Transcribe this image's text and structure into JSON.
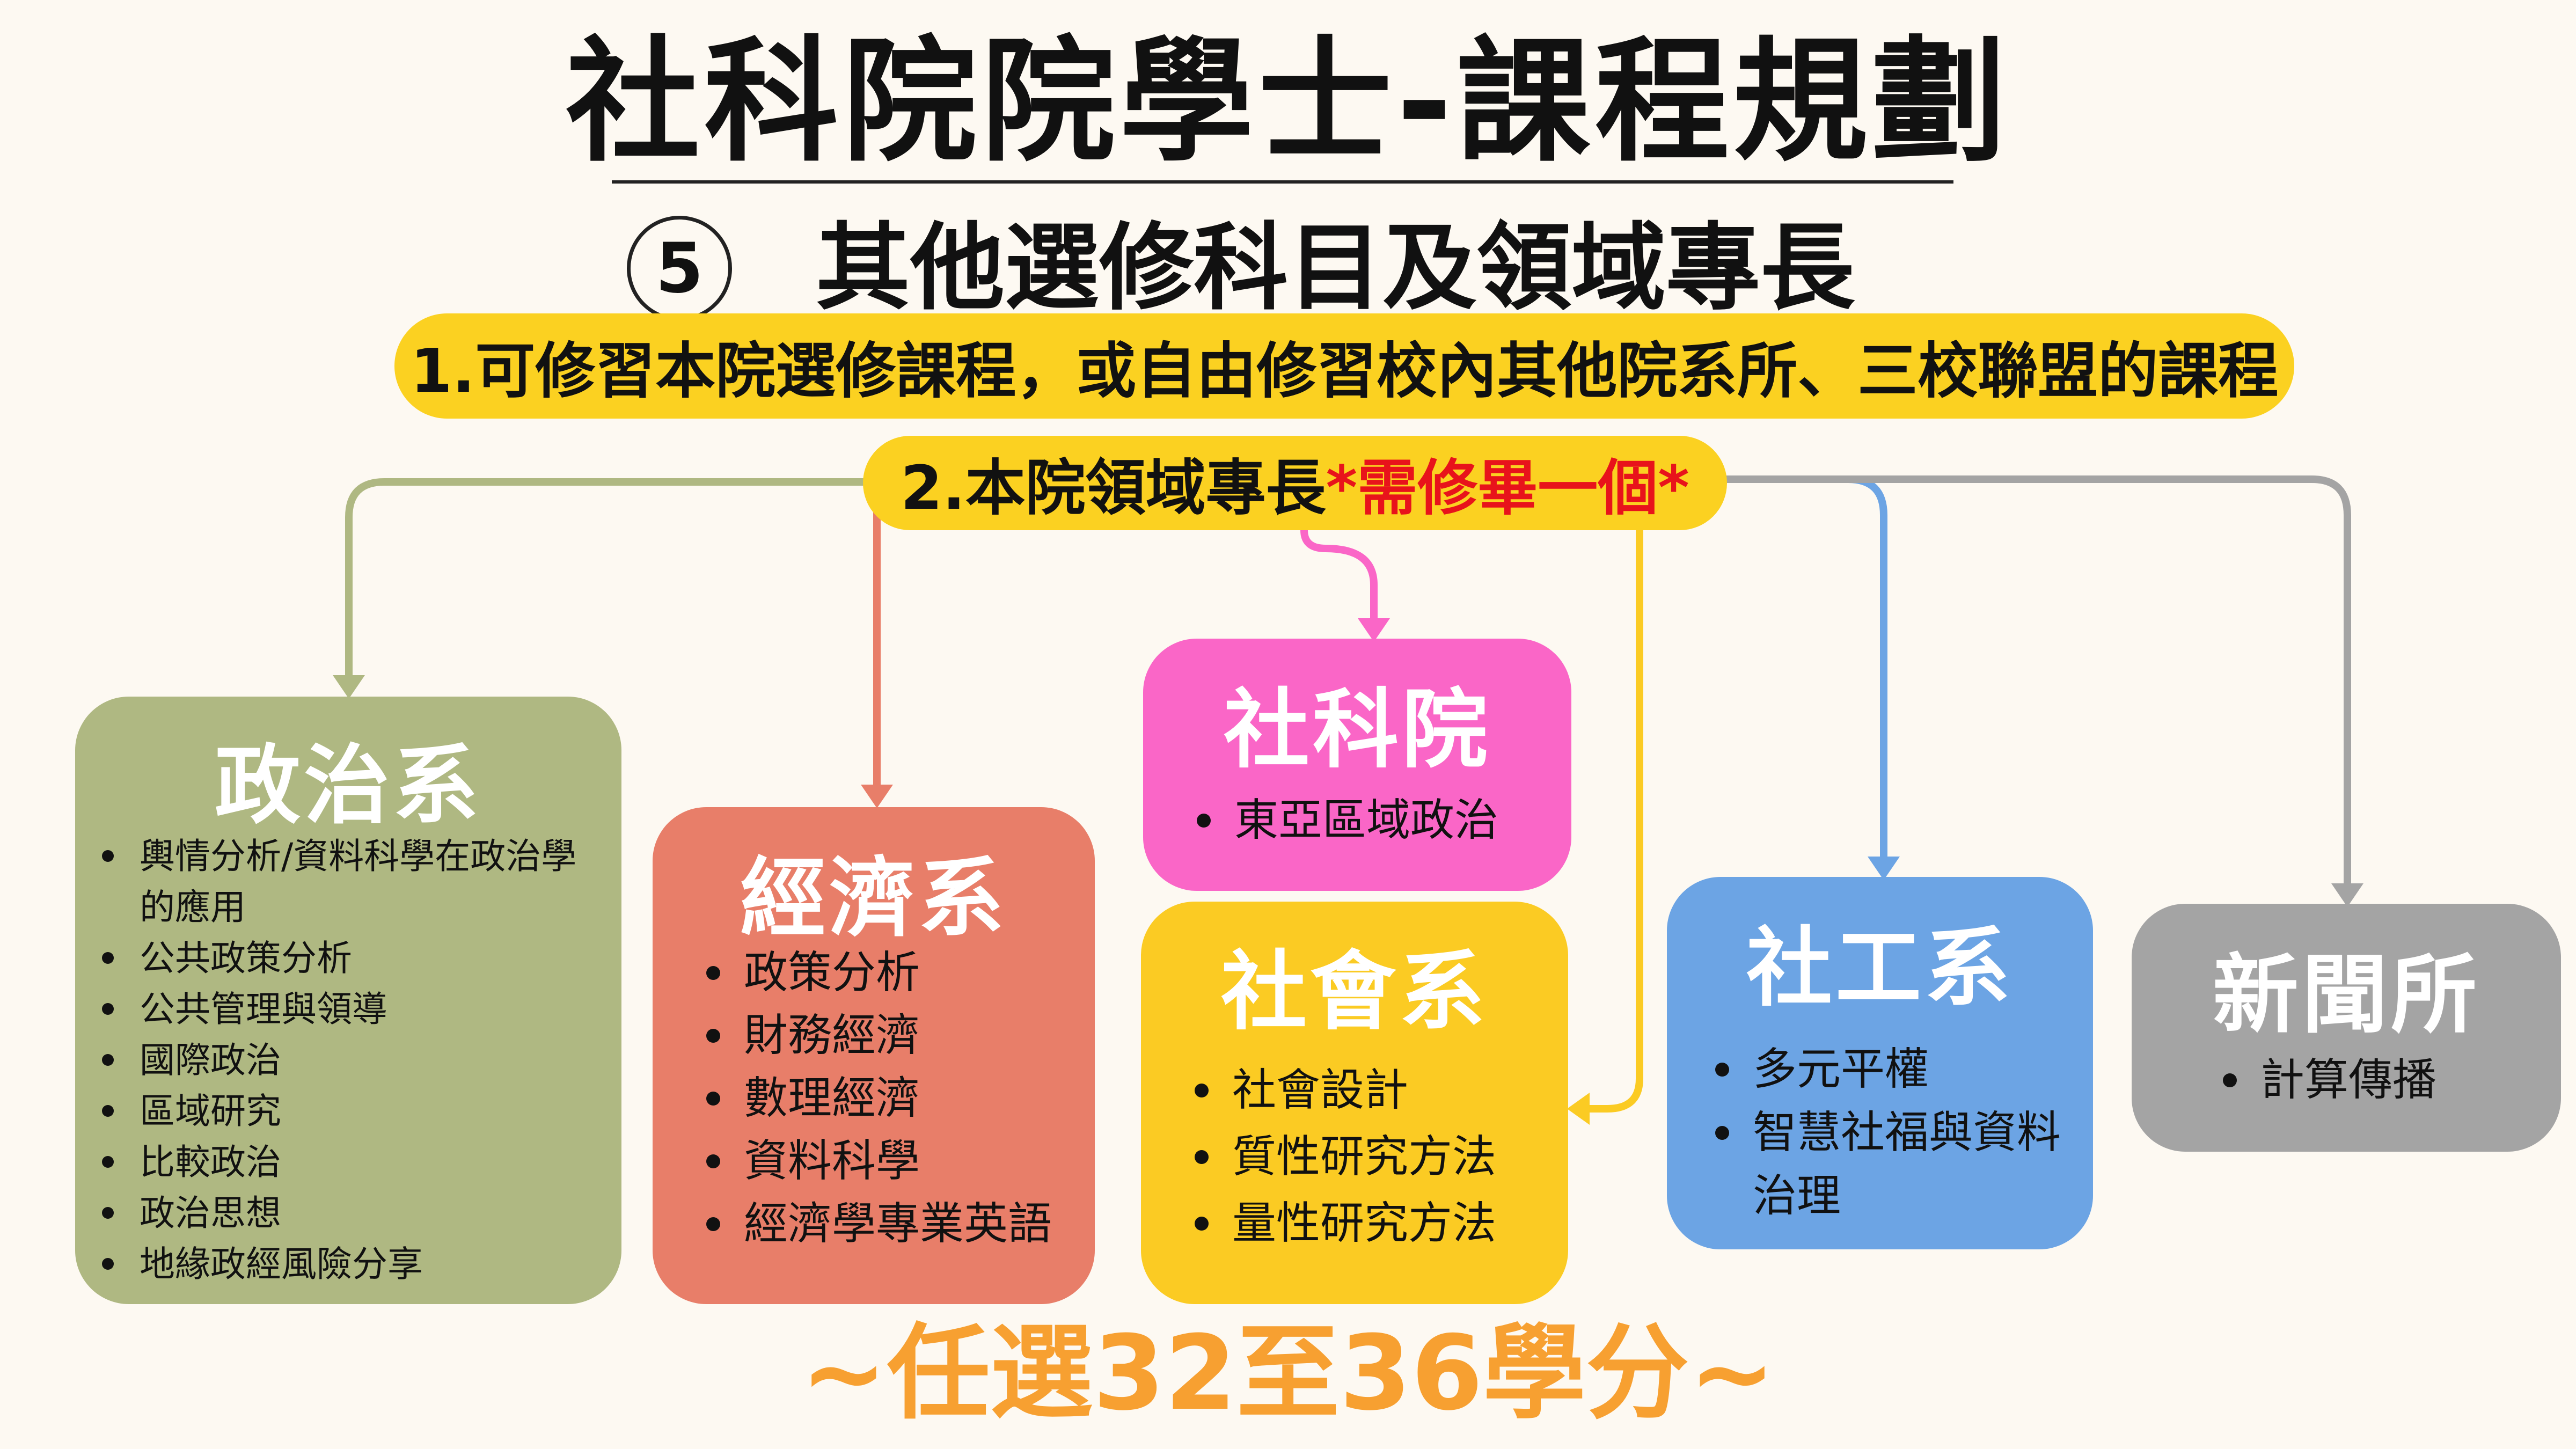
{
  "title": "社科院院學士-課程規劃",
  "section": {
    "number": "5",
    "title": "其他選修科目及領域專長"
  },
  "banner1": "1.可修習本院選修課程，或自由修習校內其他院系所、三校聯盟的課程",
  "banner2": {
    "text": "2.本院領域專長",
    "highlight": "*需修畢一個*"
  },
  "departments": {
    "politics": {
      "title": "政治系",
      "color": "#afb882",
      "items": [
        "輿情分析/資料科學在政治學的應用",
        "公共政策分析",
        "公共管理與領導",
        "國際政治",
        "區域研究",
        "比較政治",
        "政治思想",
        "地緣政經風險分享"
      ]
    },
    "economics": {
      "title": "經濟系",
      "color": "#e87e69",
      "items": [
        "政策分析",
        "財務經濟",
        "數理經濟",
        "資料科學",
        "經濟學專業英語"
      ]
    },
    "college": {
      "title": "社科院",
      "color": "#fa66c7",
      "items": [
        "東亞區域政治"
      ]
    },
    "sociology": {
      "title": "社會系",
      "color": "#fbcb23",
      "items": [
        "社會設計",
        "質性研究方法",
        "量性研究方法"
      ]
    },
    "social_work": {
      "title": "社工系",
      "color": "#6ca4e4",
      "items": [
        "多元平權",
        "智慧社福與資料治理"
      ]
    },
    "journalism": {
      "title": "新聞所",
      "color": "#a4a4a4",
      "items": [
        "計算傳播"
      ]
    }
  },
  "footer": "~任選32至36學分~"
}
